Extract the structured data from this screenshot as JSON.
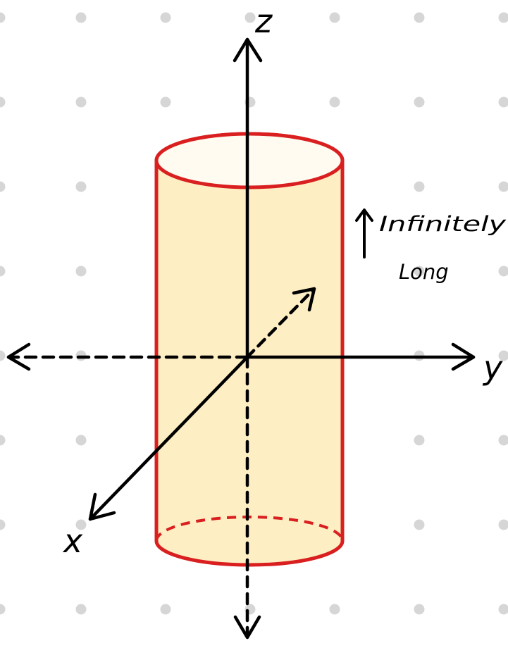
{
  "axes": {
    "z_label": "z",
    "y_label": "y",
    "x_label": "x"
  },
  "annotation": {
    "line1": "Infinitely",
    "line2": "Long"
  },
  "colors": {
    "cylinder_outline": "#d91f1f",
    "cylinder_body": "#fdeec3",
    "cylinder_top": "#fffbf0",
    "axis": "#000000",
    "grid_dot": "#d6d6d6",
    "background": "#ffffff"
  },
  "icons": {
    "annotation_arrow": "up-arrow-icon"
  }
}
